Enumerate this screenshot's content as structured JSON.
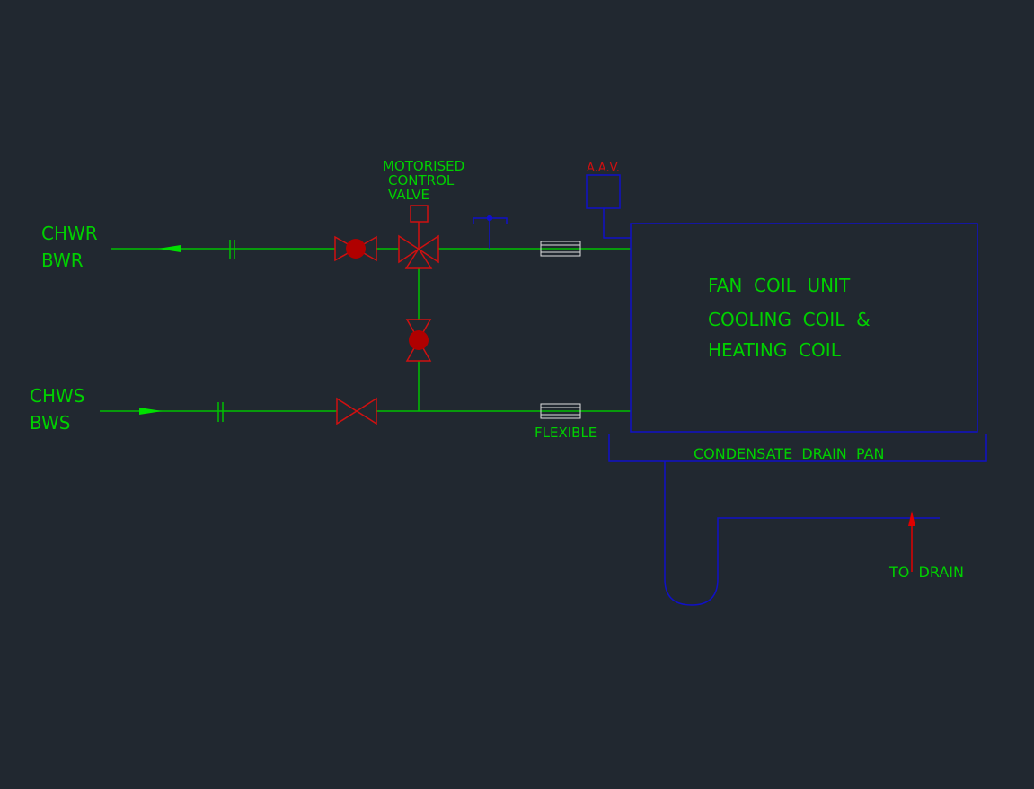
{
  "colors": {
    "background": "#212830",
    "pipe": "#00c000",
    "valve": "#d01010",
    "valve_fill": "#b00000",
    "unit": "#1010c8",
    "flexible": "#e0e0e0",
    "text_green": "#00d000",
    "text_red": "#d01010"
  },
  "labels": {
    "return_line": [
      "CHWR",
      "BWR"
    ],
    "supply_line": [
      "CHWS",
      "BWS"
    ],
    "motorised_valve": [
      "MOTORISED",
      "CONTROL",
      "VALVE"
    ],
    "aav": "A.A.V.",
    "flexible": "FLEXIBLE",
    "fcu": [
      "FAN  COIL  UNIT",
      "COOLING  COIL  &",
      "HEATING  COIL"
    ],
    "drain_pan": "CONDENSATE  DRAIN  PAN",
    "to_drain": "TO  DRAIN"
  },
  "components": [
    {
      "name": "flow-arrow-return",
      "type": "arrow",
      "direction": "left"
    },
    {
      "name": "union-return",
      "type": "union"
    },
    {
      "name": "ball-valve-return",
      "type": "ball-valve"
    },
    {
      "name": "three-way-motorised-valve",
      "type": "3-way-valve"
    },
    {
      "name": "test-point",
      "type": "test-point"
    },
    {
      "name": "flexible-connector-return",
      "type": "flexible"
    },
    {
      "name": "aav-vent",
      "type": "automatic-air-vent"
    },
    {
      "name": "bypass-balancing-valve",
      "type": "ball-valve"
    },
    {
      "name": "flow-arrow-supply",
      "type": "arrow",
      "direction": "right"
    },
    {
      "name": "union-supply",
      "type": "union"
    },
    {
      "name": "gate-valve-supply",
      "type": "gate-valve"
    },
    {
      "name": "flexible-connector-supply",
      "type": "flexible"
    },
    {
      "name": "fan-coil-unit",
      "type": "equipment"
    },
    {
      "name": "condensate-drain-pan",
      "type": "equipment"
    },
    {
      "name": "condensate-trap",
      "type": "u-trap"
    },
    {
      "name": "drain-flow-arrow",
      "type": "arrow",
      "direction": "up"
    }
  ]
}
